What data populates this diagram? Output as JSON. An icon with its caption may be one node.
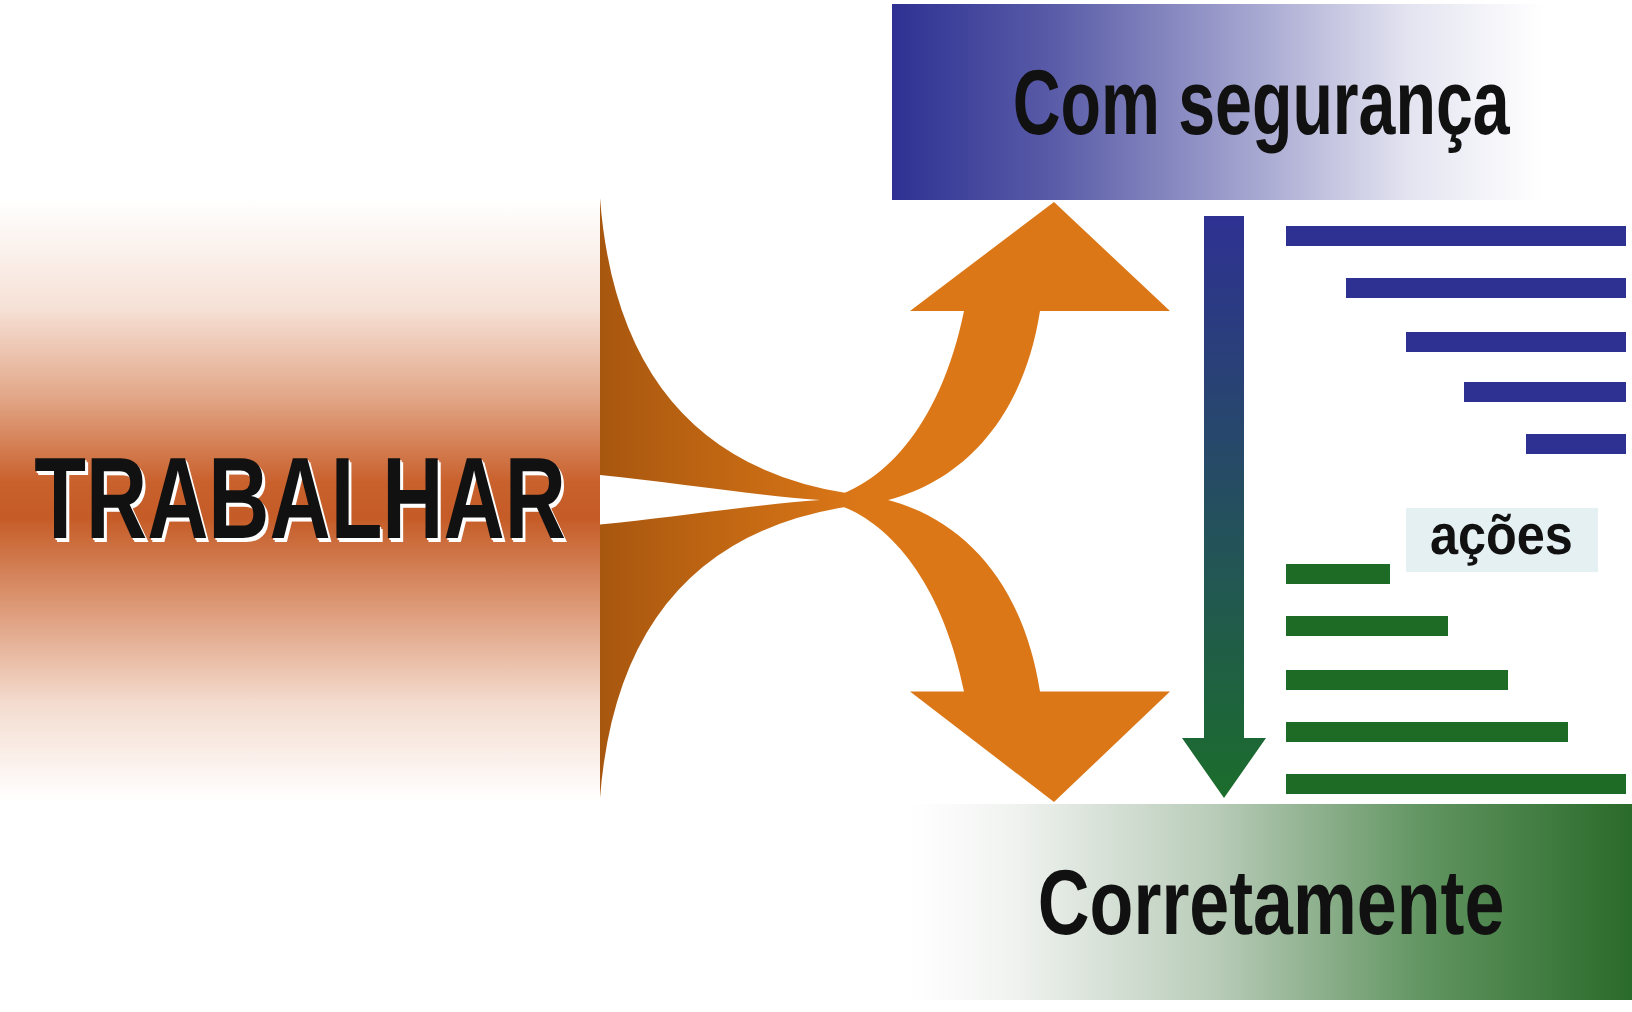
{
  "diagram": {
    "nodes": [
      {
        "text": [
          "TRABALHAR"
        ]
      },
      {
        "text": [
          "Com segurança"
        ]
      },
      {
        "text": [
          "ações"
        ]
      },
      {
        "text": [
          "Corretamente"
        ]
      }
    ],
    "edges": [
      {
        "from": 0,
        "to": 1,
        "arrow": "to"
      },
      {
        "from": 0,
        "to": 3,
        "arrow": "to"
      },
      {
        "from": 1,
        "to": 3,
        "arrow": "to",
        "color": "#2e3192"
      }
    ]
  }
}
